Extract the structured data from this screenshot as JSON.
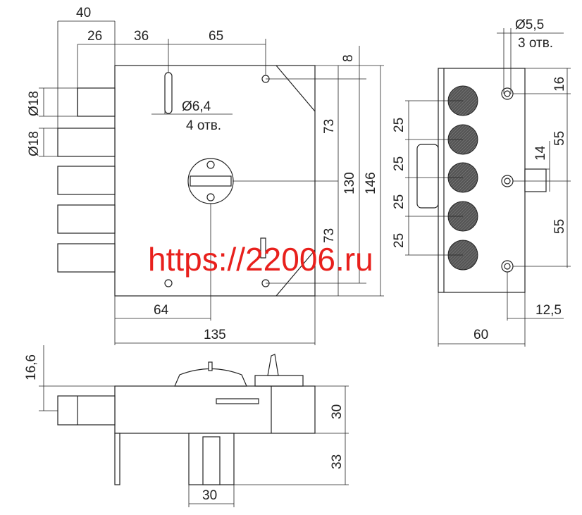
{
  "front": {
    "d40": "40",
    "d26": "26",
    "d36": "36",
    "d65": "65",
    "d8": "8",
    "dia18a": "Ø18",
    "dia18b": "Ø18",
    "dia64": "Ø6,4",
    "holes4": "4 отв.",
    "d73a": "73",
    "d130": "130",
    "d146": "146",
    "d73b": "73",
    "d64": "64",
    "d135": "135"
  },
  "side": {
    "dia55": "Ø5,5",
    "holes3": "3 отв.",
    "d16": "16",
    "d25a": "25",
    "d25b": "25",
    "d25c": "25",
    "d25d": "25",
    "d55a": "55",
    "d14": "14",
    "d55b": "55",
    "d125": "12,5",
    "d60": "60"
  },
  "bottom": {
    "d166": "16,6",
    "d30h": "30",
    "d33": "33",
    "d30w": "30"
  },
  "watermark": "https://22006.ru",
  "colors": {
    "line": "#222222",
    "watermark": "#e8201c",
    "bolt_fill": "#555555"
  }
}
